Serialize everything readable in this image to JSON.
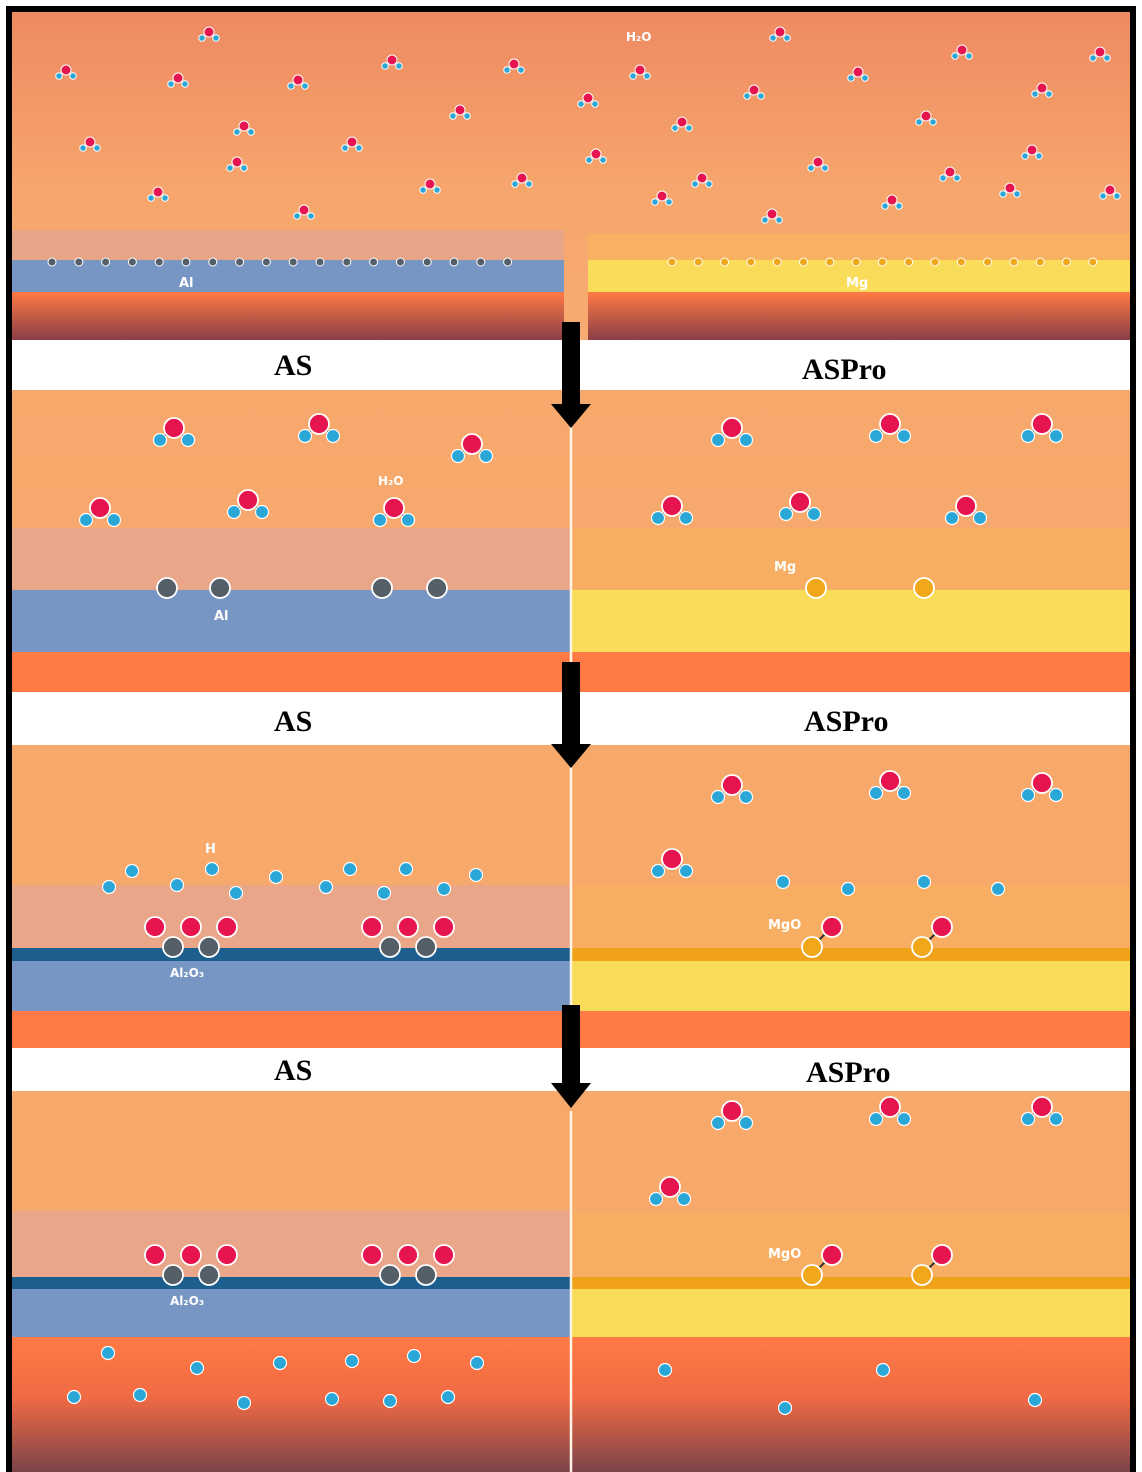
{
  "top_scene": {
    "water_label": "H₂O",
    "left_metal": "Al",
    "right_metal": "Mg"
  },
  "panels": [
    {
      "left_title": "AS",
      "right_title": "ASPro",
      "left_labels": {
        "water": "H₂O",
        "metal": "Al"
      },
      "right_labels": {
        "metal": "Mg"
      }
    },
    {
      "left_title": "AS",
      "right_title": "ASPro",
      "left_labels": {
        "hydrogen": "H",
        "oxide": "Al₂O₃"
      },
      "right_labels": {
        "oxide": "MgO"
      }
    },
    {
      "left_title": "AS",
      "right_title": "ASPro",
      "left_labels": {
        "oxide": "Al₂O₃"
      },
      "right_labels": {
        "oxide": "MgO"
      }
    }
  ],
  "colors": {
    "background_top": "#f08a5d",
    "background_mid": "#f7a86b",
    "aluminium_layer": "#7796c4",
    "aluminium_oxide_line": "#1c5f8f",
    "magnesium_layer": "#f9dc5a",
    "magnesium_oxide_line": "#f1a21b",
    "substrate": "#ff7a45",
    "oxygen_atom": "#e6154f",
    "hydrogen_atom": "#2aa7d6",
    "aluminium_atom": "#555f68",
    "magnesium_atom": "#f0a81a",
    "arrow": "#000000"
  }
}
